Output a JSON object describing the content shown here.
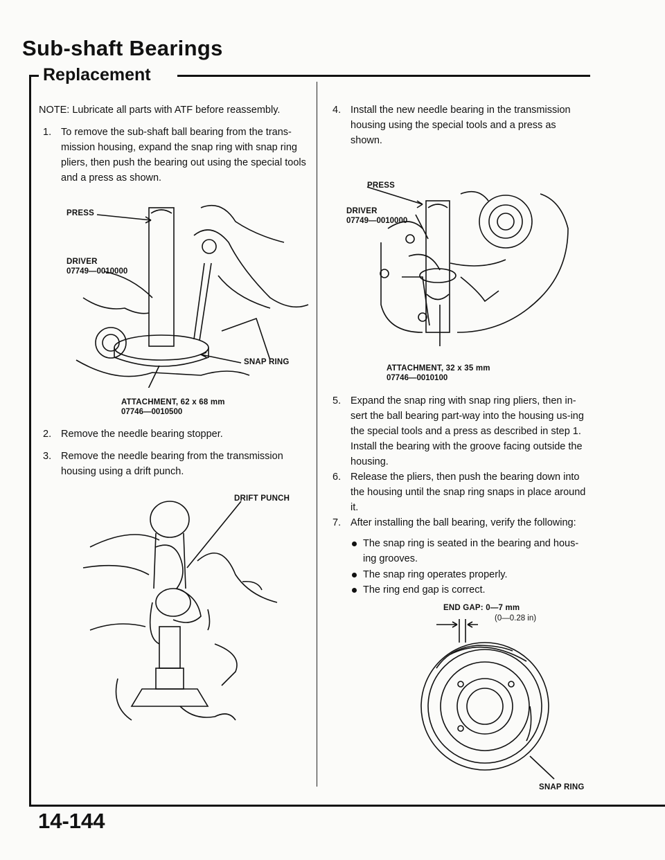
{
  "header": {
    "title": "Sub-shaft Bearings",
    "subtitle": "Replacement"
  },
  "left": {
    "note": "NOTE: Lubricate all parts with ATF before reassembly.",
    "step1_num": "1.",
    "step1": "To remove the sub-shaft ball bearing from the trans-mission housing, expand the snap ring with snap ring pliers, then push the bearing out using the special tools and a press as shown.",
    "fig1": {
      "press": "PRESS",
      "driver": "DRIVER",
      "driver_pn": "07749—0010000",
      "snap_ring": "SNAP RING",
      "attachment": "ATTACHMENT, 62 x 68 mm",
      "attachment_pn": "07746—0010500"
    },
    "step2_num": "2.",
    "step2": "Remove the needle bearing stopper.",
    "step3_num": "3.",
    "step3": "Remove the needle bearing from the transmission housing using a drift punch.",
    "fig2": {
      "drift_punch": "DRIFT PUNCH"
    }
  },
  "right": {
    "step4_num": "4.",
    "step4": "Install the new needle bearing in the transmission housing using the special tools and a press as shown.",
    "fig3": {
      "press": "PRESS",
      "driver": "DRIVER",
      "driver_pn": "07749—0010000",
      "attachment": "ATTACHMENT, 32 x 35 mm",
      "attachment_pn": "07746—0010100"
    },
    "step5_num": "5.",
    "step5": "Expand the snap ring with snap ring pliers, then in-sert the ball bearing part-way into the housing us-ing the special tools and a press as described in step 1. Install the bearing with the groove facing outside the housing.",
    "step6_num": "6.",
    "step6": "Release the pliers, then push the bearing down into the housing until the snap ring snaps in place around it.",
    "step7_num": "7.",
    "step7": "After installing the ball bearing, verify the following:",
    "bullets": [
      "The snap ring is seated in the bearing and hous-ing grooves.",
      "The snap ring operates properly.",
      "The ring end gap is correct."
    ],
    "fig4": {
      "end_gap": "END GAP: 0—7 mm",
      "end_gap_in": "(0—0.28 in)",
      "snap_ring": "SNAP RING"
    }
  },
  "footer": {
    "page_number": "14-144"
  }
}
